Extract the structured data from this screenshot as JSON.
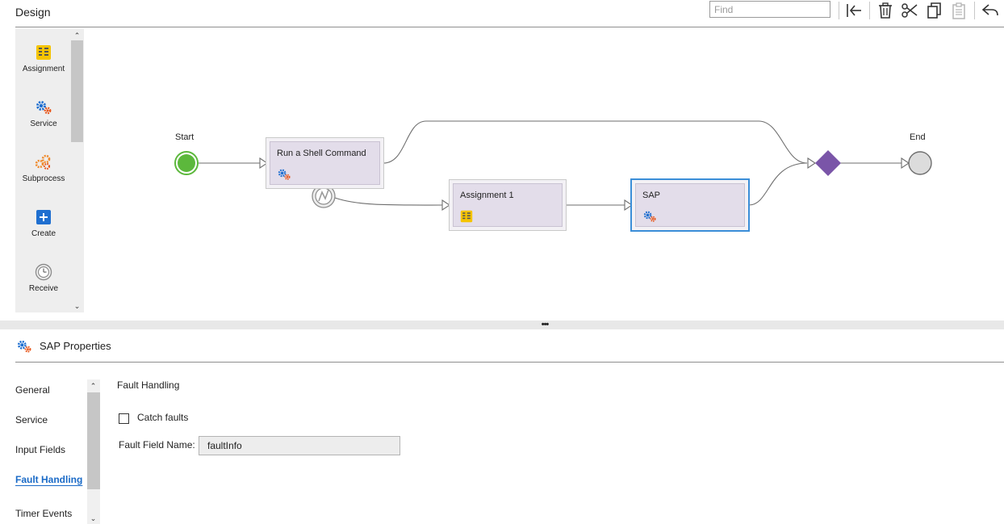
{
  "header": {
    "title": "Design",
    "find_placeholder": "Find",
    "toolbar_icons": [
      "first-page-icon",
      "trash-icon",
      "scissors-icon",
      "copy-icon",
      "paste-icon",
      "undo-icon"
    ]
  },
  "palette": {
    "items": [
      {
        "label": "Assignment",
        "icon": "assignment-icon"
      },
      {
        "label": "Service",
        "icon": "service-gears-icon"
      },
      {
        "label": "Subprocess",
        "icon": "subprocess-gears-icon"
      },
      {
        "label": "Create",
        "icon": "plus-icon"
      },
      {
        "label": "Receive",
        "icon": "clock-icon"
      }
    ]
  },
  "canvas": {
    "start_label": "Start",
    "end_label": "End",
    "steps": [
      {
        "title": "Run a Shell Command",
        "icon": "service-gears-icon"
      },
      {
        "title": "Assignment 1",
        "icon": "assignment-icon"
      },
      {
        "title": "SAP",
        "icon": "service-gears-icon",
        "selected": true
      }
    ],
    "colors": {
      "start": "#5cb83c",
      "end": "#dcdcdc",
      "gateway": "#7a55a8",
      "step_fill": "#e3ddea",
      "selection": "#3b8ed8"
    }
  },
  "properties": {
    "title": "SAP Properties",
    "nav": [
      {
        "label": "General",
        "active": false
      },
      {
        "label": "Service",
        "active": false
      },
      {
        "label": "Input Fields",
        "active": false
      },
      {
        "label": "Fault Handling",
        "active": true
      },
      {
        "label": "Timer Events",
        "active": false
      }
    ],
    "section_title": "Fault Handling",
    "catch_faults_label": "Catch faults",
    "catch_faults_checked": false,
    "fault_field_label": "Fault Field Name:",
    "fault_field_value": "faultInfo"
  }
}
